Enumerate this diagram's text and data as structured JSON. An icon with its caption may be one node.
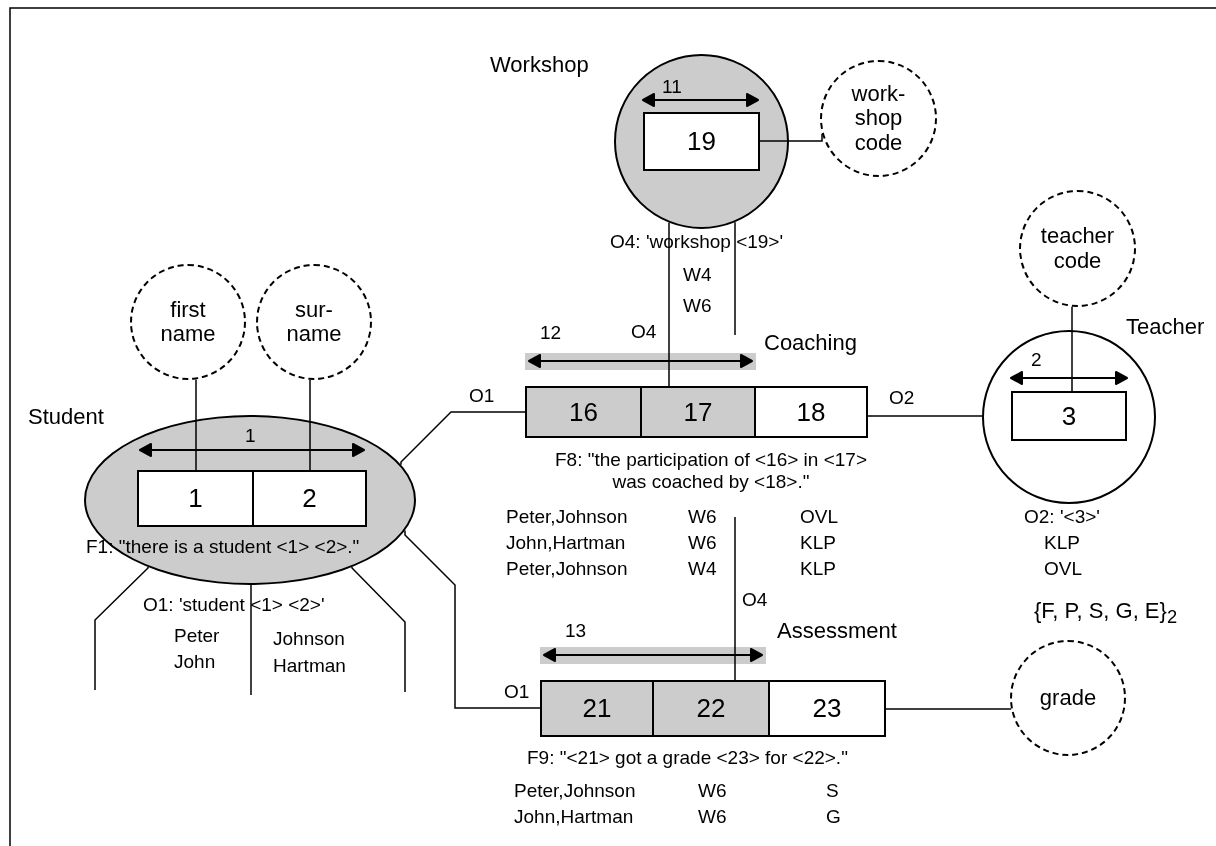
{
  "diagram": {
    "nodes": [
      {
        "text": [
          "Student"
        ]
      },
      {
        "text": [
          "1"
        ],
        "in": 0
      },
      {
        "text": [
          "2"
        ],
        "in": 0
      },
      {
        "text": [
          "first name"
        ]
      },
      {
        "text": [
          "sur- name"
        ]
      },
      {
        "text": [
          "Workshop"
        ]
      },
      {
        "text": [
          "19"
        ],
        "in": 5
      },
      {
        "text": [
          "work- shop code"
        ]
      },
      {
        "text": [
          "teacher code"
        ]
      },
      {
        "text": [
          "Teacher"
        ]
      },
      {
        "text": [
          "3"
        ],
        "in": 9
      },
      {
        "text": [
          "16"
        ]
      },
      {
        "text": [
          "17"
        ]
      },
      {
        "text": [
          "18"
        ]
      },
      {
        "text": [
          "21"
        ]
      },
      {
        "text": [
          "22"
        ]
      },
      {
        "text": [
          "23"
        ]
      },
      {
        "text": [
          "grade"
        ],
        "beside": [
          "{F, P, S, G, E}$_{2}$"
        ]
      }
    ],
    "edges": [
      {
        "from": 3,
        "to": 1,
        "arrow": "none"
      },
      {
        "from": 4,
        "to": 2,
        "arrow": "none"
      },
      {
        "from": 6,
        "to": 7,
        "arrow": "none"
      },
      {
        "from": 8,
        "to": 10,
        "arrow": "none"
      },
      {
        "from": 0,
        "to": 11,
        "arrow": "none",
        "label": "O1"
      },
      {
        "from": 0,
        "to": 14,
        "arrow": "none",
        "label": "O1"
      },
      {
        "from": 13,
        "to": 9,
        "arrow": "none",
        "label": "O2"
      },
      {
        "from": 5,
        "to": 12,
        "arrow": "none",
        "label": "O4"
      },
      {
        "from": 16,
        "to": 17,
        "arrow": "none"
      },
      {
        "from": 5,
        "to": null,
        "arrow": "none"
      },
      {
        "from": 15,
        "to": null,
        "arrow": "none",
        "label": "O4"
      },
      {
        "from": 0,
        "to": null,
        "arrow": "none"
      },
      {
        "from": 0,
        "to": null,
        "arrow": "none"
      },
      {
        "from": 0,
        "to": null,
        "arrow": "none"
      }
    ],
    "labels": [
      "11",
      "O4: 'workshop <19>'",
      "W4",
      "W6",
      "12",
      "Coaching",
      "1",
      "2",
      "F1: \"there is a student <1> <2>.\"",
      "F8: \"the participation of <16> in <17> was coached by <18>.\"",
      "Peter,Johnson",
      "W6",
      "OVL",
      "John,Hartman",
      "W6",
      "KLP",
      "Peter,Johnson",
      "W4",
      "KLP",
      "O2: '<3>'",
      "KLP",
      "OVL",
      "O1: 'student <1> <2>'",
      "Peter",
      "Johnson",
      "John",
      "Hartman",
      "13",
      "Assessment",
      "F9: \"<21> got a grade <23> for <22>.\"",
      "Peter,Johnson",
      "W6",
      "S",
      "John,Hartman",
      "W6",
      "G"
    ]
  }
}
